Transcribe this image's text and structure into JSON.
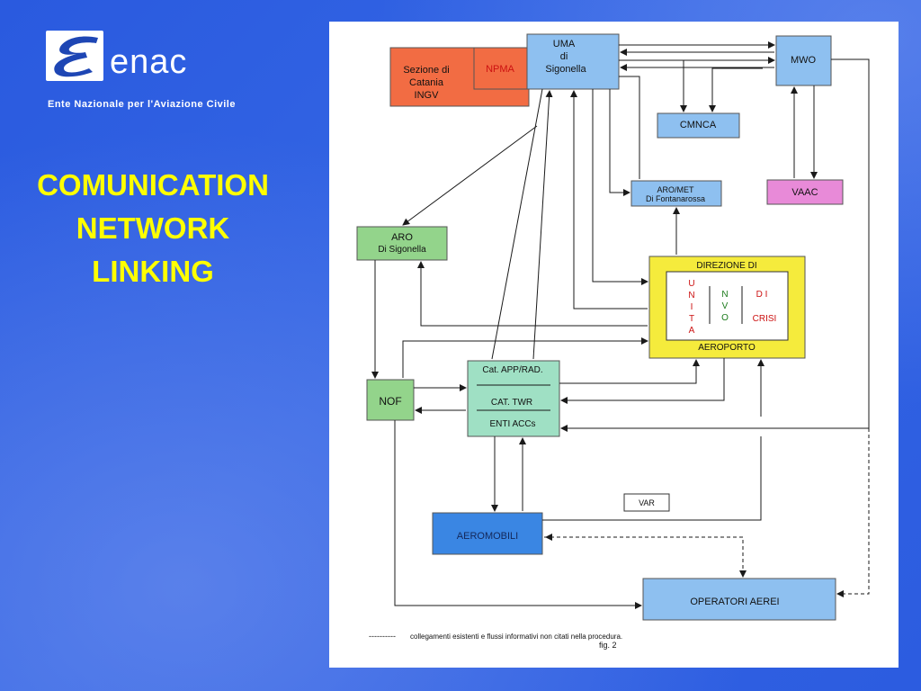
{
  "logo": {
    "text": "enac",
    "subtitle": "Ente Nazionale per l'Aviazione Civile"
  },
  "slide_title": [
    "COMUNICATION",
    "NETWORK",
    "LINKING"
  ],
  "colors": {
    "background": "#2f5fe2",
    "title": "#ffff00",
    "box_blue": "#8ec0f0",
    "box_orange": "#f26c43",
    "box_green": "#93d48b",
    "box_pink": "#e88ad8",
    "box_teal": "#9fe0c4",
    "box_dark_blue": "#3a86e3",
    "box_yellow_border": "#f5eb3c",
    "line": "#1a1a1a"
  },
  "diagram": {
    "uma": [
      "UMA",
      "di",
      "Sigonella"
    ],
    "npma": "NPMA",
    "sezione": [
      "Sezione di",
      "Catania",
      "INGV"
    ],
    "mwo": "MWO",
    "cmnca": "CMNCA",
    "aro_met": [
      "ARO/MET",
      "Di Fontanarossa"
    ],
    "vaac": "VAAC",
    "aro": [
      "ARO",
      "Di Sigonella"
    ],
    "direzione_top": "DIREZIONE DI",
    "unita": [
      "U",
      "N",
      "I",
      "T",
      "A"
    ],
    "nvo": [
      "N",
      "V",
      "O"
    ],
    "di": "D I",
    "crisi": "CRISI",
    "aeroporto": "AEROPORTO",
    "nof": "NOF",
    "cat_app": "Cat. APP/RAD.",
    "cat_twr": "CAT. TWR",
    "enti_accs": "ENTI ACCs",
    "var": "VAR",
    "aeromobili": "AEROMOBILI",
    "operatori": "OPERATORI AEREI",
    "legend_dashes": "----------",
    "legend_text": "collegamenti esistenti e flussi informativi non citati nella procedura.",
    "fig": "fig. 2"
  }
}
